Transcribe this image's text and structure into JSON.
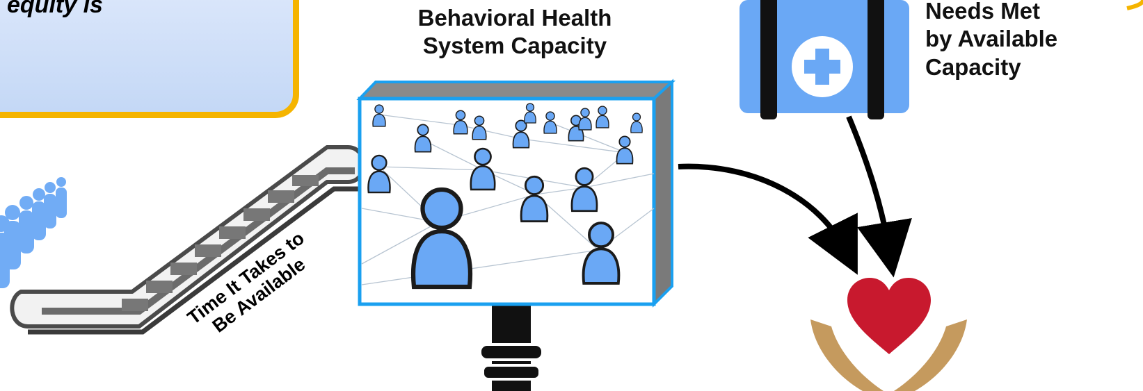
{
  "callout": {
    "text": "equity is"
  },
  "capacity_label": {
    "line1": "Behavioral Health",
    "line2": "System Capacity"
  },
  "needs_label": {
    "line1": "Needs Met",
    "line2": "by Available",
    "line3": "Capacity"
  },
  "time_label": {
    "line1": "Time It Takes to",
    "line2": "Be Available"
  },
  "colors": {
    "accent_blue": "#6aa8f5",
    "frame_blue": "#1aa0f0",
    "callout_border": "#f5b400",
    "heart_red": "#c8192e",
    "hands_tan": "#c59a5e"
  },
  "icons": [
    "people-queue-icon",
    "escalator-icon",
    "network-people-icon",
    "medical-kit-icon",
    "heart-hands-icon"
  ]
}
